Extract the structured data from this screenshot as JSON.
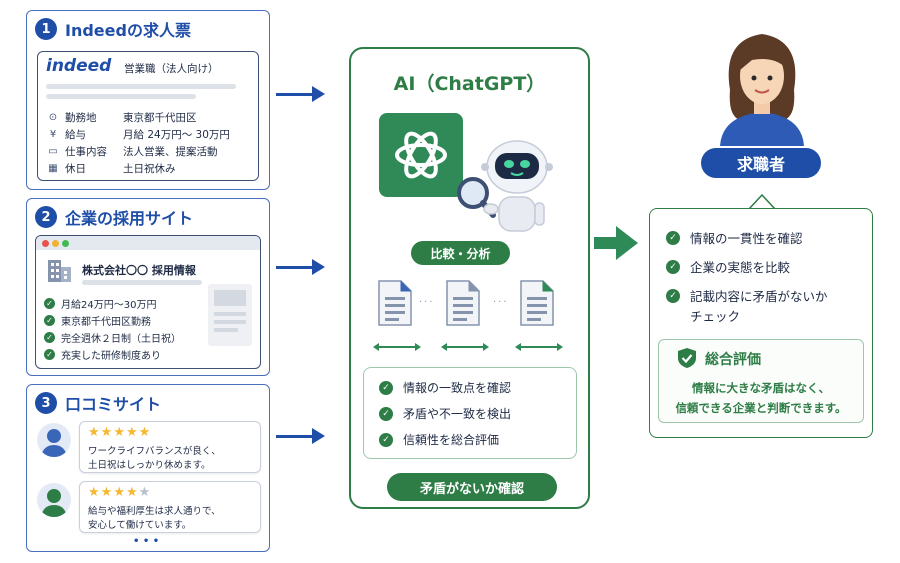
{
  "sources": [
    {
      "number": "1",
      "title": "Indeedの求人票",
      "logo": "indeed",
      "job_title": "営業職（法人向け）",
      "rows": [
        {
          "icon": "location-icon",
          "label": "勤務地",
          "value": "東京都千代田区"
        },
        {
          "icon": "salary-icon",
          "label": "給与",
          "value": "月給 24万円〜 30万円"
        },
        {
          "icon": "job-content-icon",
          "label": "仕事内容",
          "value": "法人営業、提案活動"
        },
        {
          "icon": "calendar-icon",
          "label": "休日",
          "value": "土日祝休み"
        }
      ]
    },
    {
      "number": "2",
      "title": "企業の採用サイト",
      "company": "株式会社〇〇  採用情報",
      "items": [
        "月給24万円〜30万円",
        "東京都千代田区勤務",
        "完全週休２日制（土日祝）",
        "充実した研修制度あり"
      ]
    },
    {
      "number": "3",
      "title": "口コミサイト",
      "reviews": [
        {
          "stars": 5,
          "text": [
            "ワークライフバランスが良く、",
            "土日祝はしっかり休めます。"
          ],
          "avatar_color": "#3a66b8"
        },
        {
          "stars": 4,
          "text": [
            "給与や福利厚生は求人通りで、",
            "安心して働けています。"
          ],
          "avatar_color": "#2e7d46"
        }
      ],
      "more": "• • •"
    }
  ],
  "ai": {
    "title": "AI（ChatGPT）",
    "compare_label": "比較・分析",
    "checks": [
      "情報の一致点を確認",
      "矛盾や不一致を検出",
      "信頼性を総合評価"
    ],
    "confirm_label": "矛盾がないか確認"
  },
  "seeker": {
    "label": "求職者",
    "checks": [
      {
        "lines": [
          "情報の一貫性を確認"
        ]
      },
      {
        "lines": [
          "企業の実態を比較"
        ]
      },
      {
        "lines": [
          "記載内容に矛盾がないか",
          "チェック"
        ]
      }
    ],
    "overall_title": "総合評価",
    "overall_line1": "情報に大きな矛盾はなく、",
    "overall_line2": "信頼できる企業と判断できます。"
  },
  "colors": {
    "blue": "#1f4ea8",
    "green": "#2e7d46",
    "star": "#f5b82e",
    "star_empty": "#b8bfcc"
  }
}
